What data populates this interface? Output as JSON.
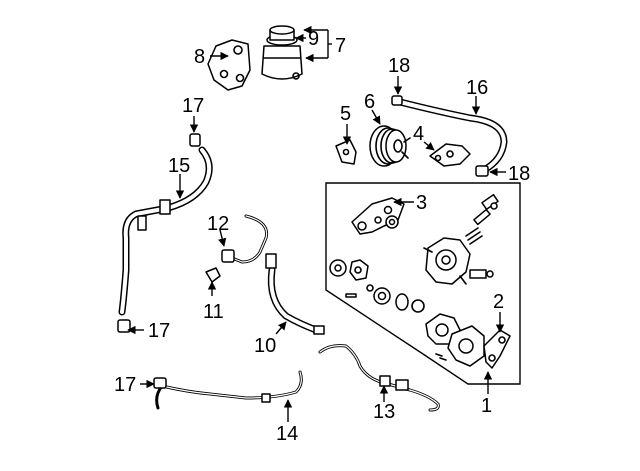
{
  "diagram": {
    "callouts": [
      {
        "id": "1",
        "text": "1"
      },
      {
        "id": "2",
        "text": "2"
      },
      {
        "id": "3",
        "text": "3"
      },
      {
        "id": "4",
        "text": "4"
      },
      {
        "id": "5",
        "text": "5"
      },
      {
        "id": "6",
        "text": "6"
      },
      {
        "id": "7",
        "text": "7"
      },
      {
        "id": "8",
        "text": "8"
      },
      {
        "id": "9",
        "text": "9"
      },
      {
        "id": "10",
        "text": "10"
      },
      {
        "id": "11",
        "text": "11"
      },
      {
        "id": "12",
        "text": "12"
      },
      {
        "id": "13",
        "text": "13"
      },
      {
        "id": "14",
        "text": "14"
      },
      {
        "id": "15",
        "text": "15"
      },
      {
        "id": "16",
        "text": "16"
      },
      {
        "id": "17a",
        "text": "17"
      },
      {
        "id": "17b",
        "text": "17"
      },
      {
        "id": "17c",
        "text": "17"
      },
      {
        "id": "18a",
        "text": "18"
      },
      {
        "id": "18b",
        "text": "18"
      }
    ]
  }
}
